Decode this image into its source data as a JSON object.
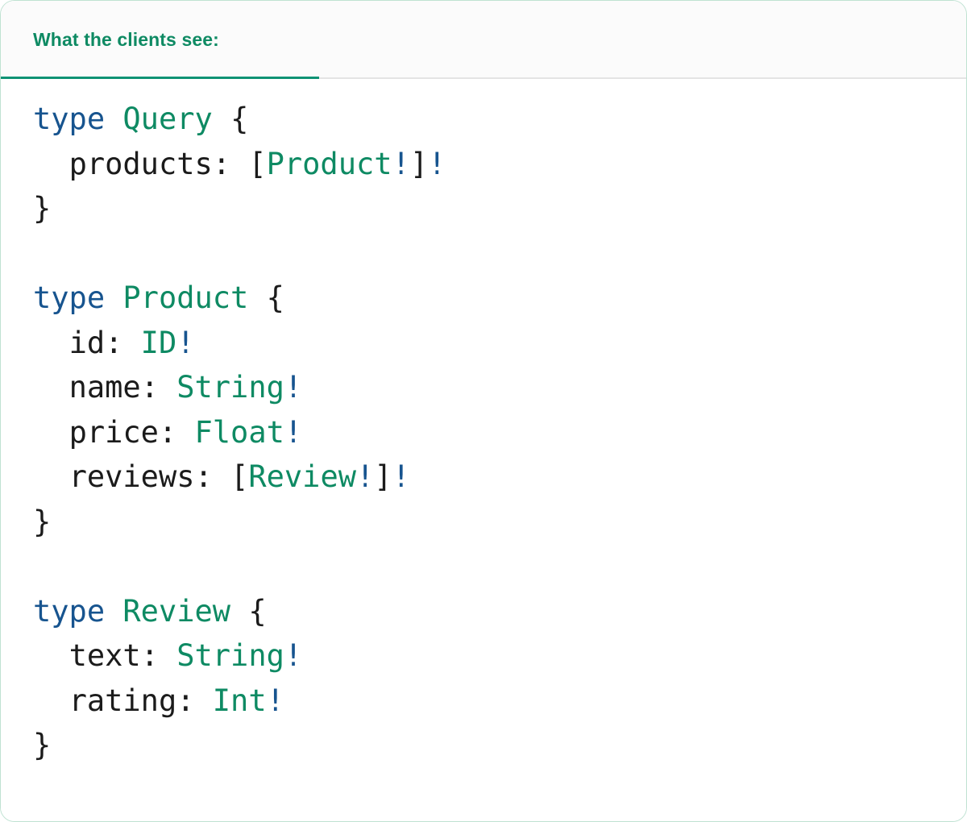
{
  "panel": {
    "border_color": "#bfe2d2",
    "background": "#ffffff"
  },
  "tabbar": {
    "active_tab_label": "What the clients see:",
    "active_underline_color": "#0e9274",
    "inactive_rule_color": "#e4e4e4",
    "background": "#fbfbfb"
  },
  "colors": {
    "keyword": "#17548f",
    "type_name": "#0e8a63",
    "field_name": "#1b1b1b",
    "punctuation": "#1b1b1b",
    "non_null_bang": "#17548f",
    "header_text": "#0e8a63"
  },
  "code": {
    "language": "graphql",
    "lines": [
      {
        "id": "line-1",
        "raw": "type Query {",
        "tokens": [
          {
            "text": "type",
            "kind": "keyword"
          },
          {
            "text": " ",
            "kind": "plain"
          },
          {
            "text": "Query",
            "kind": "type_name"
          },
          {
            "text": " ",
            "kind": "plain"
          },
          {
            "text": "{",
            "kind": "punctuation"
          }
        ]
      },
      {
        "id": "line-2",
        "raw": "  products: [Product!]!",
        "tokens": [
          {
            "text": "  ",
            "kind": "plain"
          },
          {
            "text": "products:",
            "kind": "field_name"
          },
          {
            "text": " ",
            "kind": "plain"
          },
          {
            "text": "[",
            "kind": "punctuation"
          },
          {
            "text": "Product",
            "kind": "type_name"
          },
          {
            "text": "!",
            "kind": "non_null_bang"
          },
          {
            "text": "]",
            "kind": "punctuation"
          },
          {
            "text": "!",
            "kind": "non_null_bang"
          }
        ]
      },
      {
        "id": "line-3",
        "raw": "}",
        "tokens": [
          {
            "text": "}",
            "kind": "punctuation"
          }
        ]
      },
      {
        "id": "line-4",
        "raw": "",
        "tokens": []
      },
      {
        "id": "line-5",
        "raw": "type Product {",
        "tokens": [
          {
            "text": "type",
            "kind": "keyword"
          },
          {
            "text": " ",
            "kind": "plain"
          },
          {
            "text": "Product",
            "kind": "type_name"
          },
          {
            "text": " ",
            "kind": "plain"
          },
          {
            "text": "{",
            "kind": "punctuation"
          }
        ]
      },
      {
        "id": "line-6",
        "raw": "  id: ID!",
        "tokens": [
          {
            "text": "  ",
            "kind": "plain"
          },
          {
            "text": "id:",
            "kind": "field_name"
          },
          {
            "text": " ",
            "kind": "plain"
          },
          {
            "text": "ID",
            "kind": "type_name"
          },
          {
            "text": "!",
            "kind": "non_null_bang"
          }
        ]
      },
      {
        "id": "line-7",
        "raw": "  name: String!",
        "tokens": [
          {
            "text": "  ",
            "kind": "plain"
          },
          {
            "text": "name:",
            "kind": "field_name"
          },
          {
            "text": " ",
            "kind": "plain"
          },
          {
            "text": "String",
            "kind": "type_name"
          },
          {
            "text": "!",
            "kind": "non_null_bang"
          }
        ]
      },
      {
        "id": "line-8",
        "raw": "  price: Float!",
        "tokens": [
          {
            "text": "  ",
            "kind": "plain"
          },
          {
            "text": "price:",
            "kind": "field_name"
          },
          {
            "text": " ",
            "kind": "plain"
          },
          {
            "text": "Float",
            "kind": "type_name"
          },
          {
            "text": "!",
            "kind": "non_null_bang"
          }
        ]
      },
      {
        "id": "line-9",
        "raw": "  reviews: [Review!]!",
        "tokens": [
          {
            "text": "  ",
            "kind": "plain"
          },
          {
            "text": "reviews:",
            "kind": "field_name"
          },
          {
            "text": " ",
            "kind": "plain"
          },
          {
            "text": "[",
            "kind": "punctuation"
          },
          {
            "text": "Review",
            "kind": "type_name"
          },
          {
            "text": "!",
            "kind": "non_null_bang"
          },
          {
            "text": "]",
            "kind": "punctuation"
          },
          {
            "text": "!",
            "kind": "non_null_bang"
          }
        ]
      },
      {
        "id": "line-10",
        "raw": "}",
        "tokens": [
          {
            "text": "}",
            "kind": "punctuation"
          }
        ]
      },
      {
        "id": "line-11",
        "raw": "",
        "tokens": []
      },
      {
        "id": "line-12",
        "raw": "type Review {",
        "tokens": [
          {
            "text": "type",
            "kind": "keyword"
          },
          {
            "text": " ",
            "kind": "plain"
          },
          {
            "text": "Review",
            "kind": "type_name"
          },
          {
            "text": " ",
            "kind": "plain"
          },
          {
            "text": "{",
            "kind": "punctuation"
          }
        ]
      },
      {
        "id": "line-13",
        "raw": "  text: String!",
        "tokens": [
          {
            "text": "  ",
            "kind": "plain"
          },
          {
            "text": "text:",
            "kind": "field_name"
          },
          {
            "text": " ",
            "kind": "plain"
          },
          {
            "text": "String",
            "kind": "type_name"
          },
          {
            "text": "!",
            "kind": "non_null_bang"
          }
        ]
      },
      {
        "id": "line-14",
        "raw": "  rating: Int!",
        "tokens": [
          {
            "text": "  ",
            "kind": "plain"
          },
          {
            "text": "rating:",
            "kind": "field_name"
          },
          {
            "text": " ",
            "kind": "plain"
          },
          {
            "text": "Int",
            "kind": "type_name"
          },
          {
            "text": "!",
            "kind": "non_null_bang"
          }
        ]
      },
      {
        "id": "line-15",
        "raw": "}",
        "tokens": [
          {
            "text": "}",
            "kind": "punctuation"
          }
        ]
      }
    ]
  }
}
